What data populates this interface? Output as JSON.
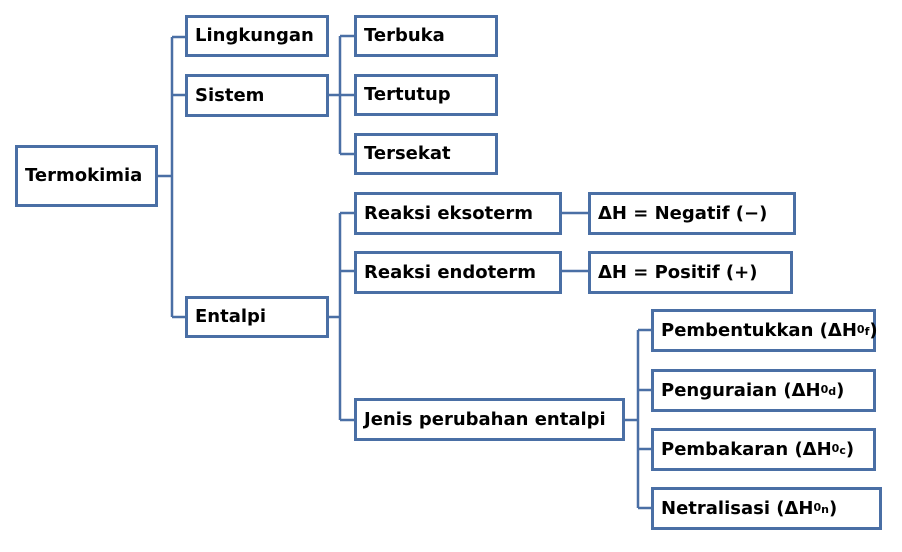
{
  "root": {
    "label": "Termokimia"
  },
  "level1": {
    "lingkungan": "Lingkungan",
    "sistem": "Sistem",
    "entalpi": "Entalpi"
  },
  "sistem_children": {
    "terbuka": "Terbuka",
    "tertutup": "Tertutup",
    "tersekat": "Tersekat"
  },
  "entalpi_children": {
    "eksoterm": "Reaksi eksoterm",
    "endoterm": "Reaksi endoterm",
    "jenis": "Jenis perubahan entalpi"
  },
  "results": {
    "eksoterm": "ΔH = Negatif (−)",
    "endoterm": "ΔH = Positif (+)"
  },
  "jenis_children": {
    "pembentukkan": {
      "name": "Pembentukkan",
      "symbol": "(ΔH",
      "sup": "0",
      "sub": "f",
      "close": ")"
    },
    "penguraian": {
      "name": "Penguraian",
      "symbol": "(ΔH",
      "sup": "0",
      "sub": "d",
      "close": ")"
    },
    "pembakaran": {
      "name": "Pembakaran",
      "symbol": "(ΔH",
      "sup": "0",
      "sub": "c",
      "close": ")"
    },
    "netralisasi": {
      "name": "Netralisasi",
      "symbol": "(ΔH",
      "sup": "0",
      "sub": "n",
      "close": ")"
    }
  },
  "colors": {
    "border": "#4a6fa5",
    "line": "#4a6fa5",
    "text": "#000000"
  }
}
